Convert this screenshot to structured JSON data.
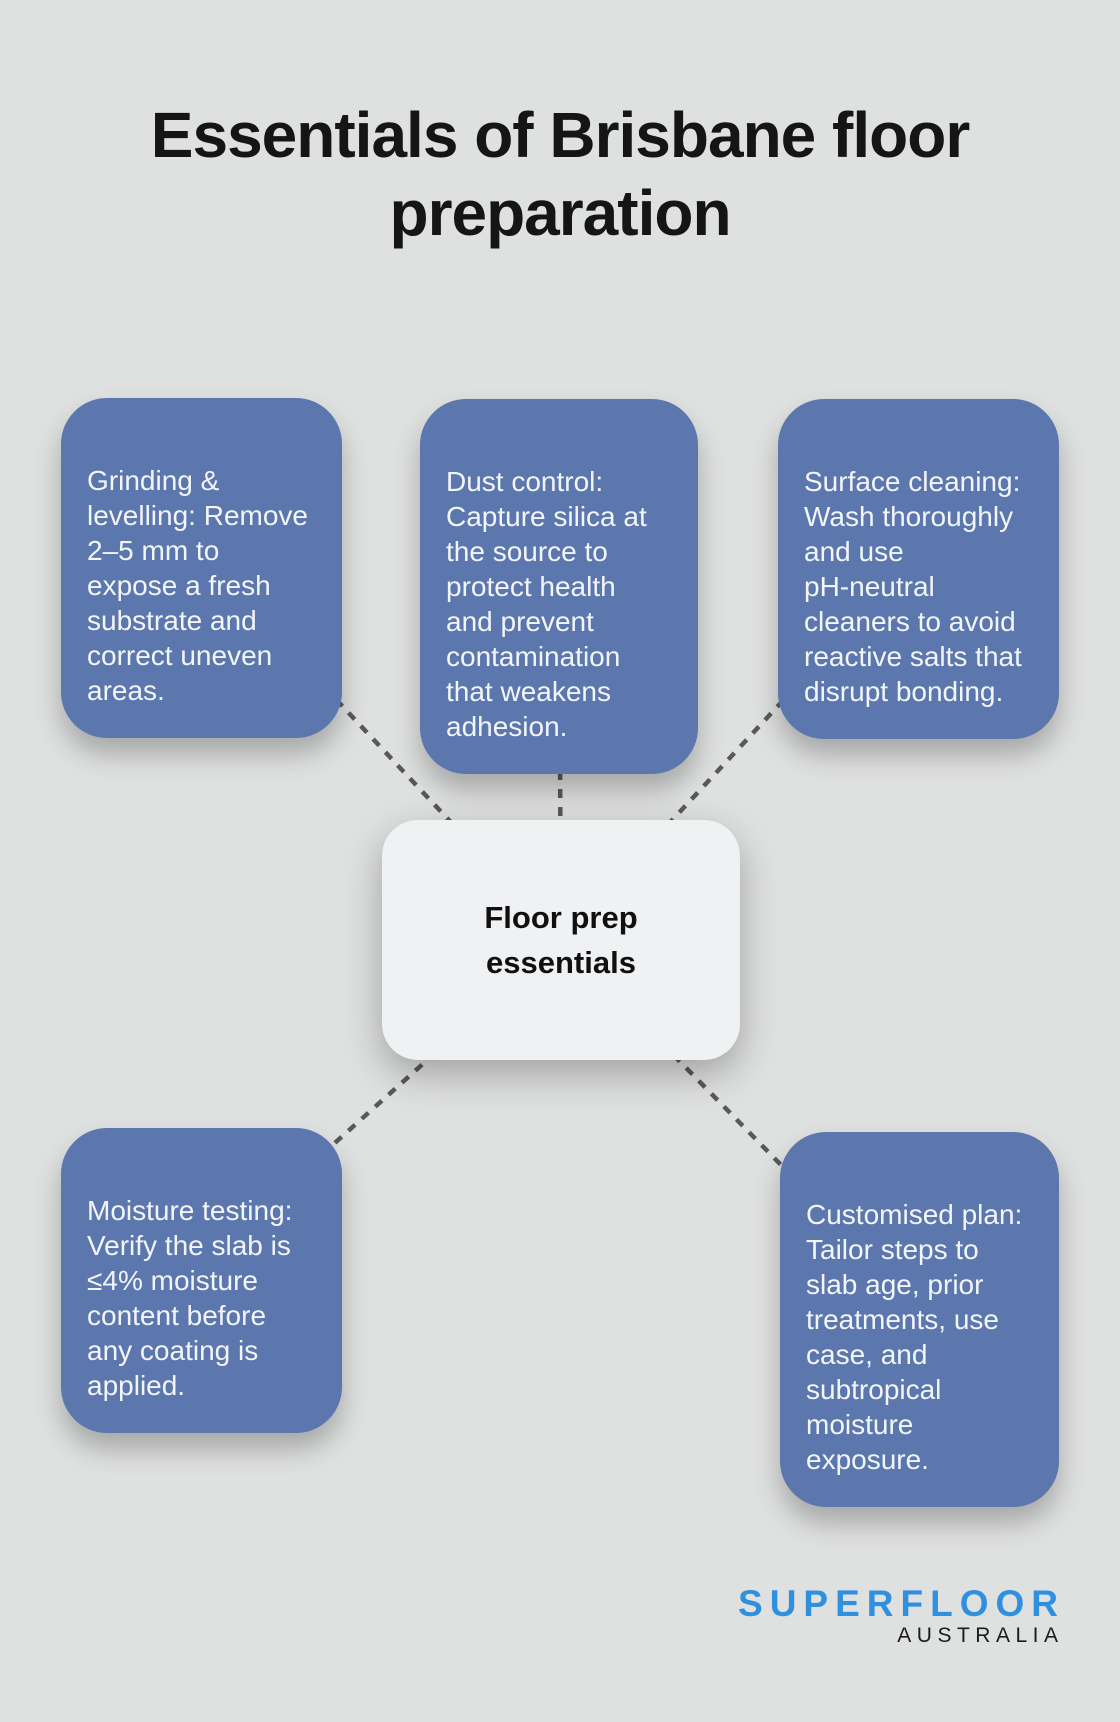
{
  "title": "Essentials of Brisbane floor\npreparation",
  "center_node": {
    "label": "Floor prep\nessentials"
  },
  "nodes": [
    {
      "id": "grinding-levelling",
      "text": "Grinding &\nlevelling: Remove\n2–5 mm to\nexpose a fresh\nsubstrate and\ncorrect uneven\nareas."
    },
    {
      "id": "dust-control",
      "text": "Dust control:\nCapture silica at\nthe source to\nprotect health\nand prevent\ncontamination\nthat weakens\nadhesion."
    },
    {
      "id": "surface-cleaning",
      "text": "Surface cleaning:\nWash thoroughly\nand use\npH-neutral\ncleaners to avoid\nreactive salts that\ndisrupt bonding."
    },
    {
      "id": "moisture-testing",
      "text": "Moisture testing:\nVerify the slab is\n≤4% moisture\ncontent before\nany coating is\napplied."
    },
    {
      "id": "customised-plan",
      "text": "Customised plan:\nTailor steps to\nslab age, prior\ntreatments, use\ncase, and\nsubtropical\nmoisture\nexposure."
    }
  ],
  "logo": {
    "brand": "SUPERFLOOR",
    "region": "AUSTRALIA"
  },
  "colors": {
    "background": "#dfe0e0",
    "node_fill": "#5b77ad",
    "node_text": "#f2f5f9",
    "center_fill": "#f0f1f3",
    "connector": "#595959",
    "brand_blue": "#3090e0",
    "title_text": "#151515"
  }
}
